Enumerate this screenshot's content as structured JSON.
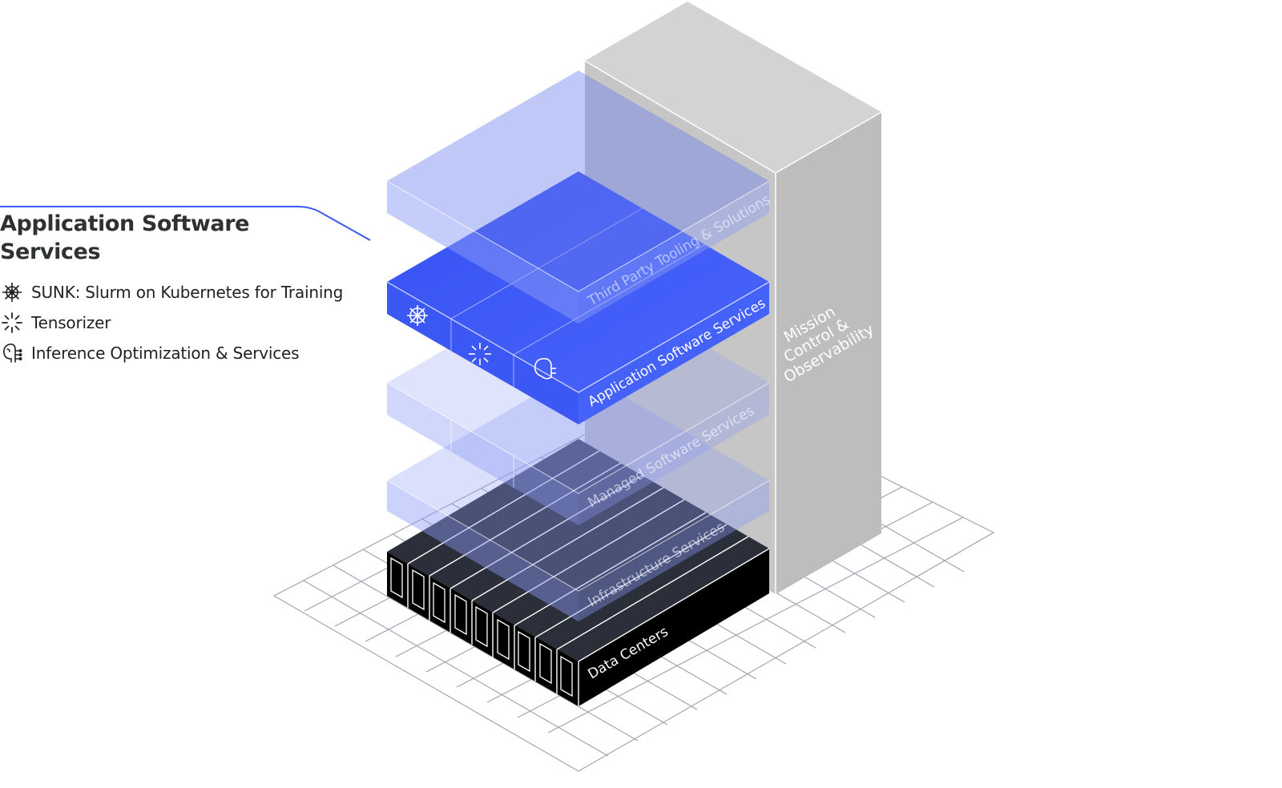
{
  "panel": {
    "title": "Application Software Services",
    "items": [
      {
        "icon": "kubernetes-helm-icon",
        "label": "SUNK: Slurm on Kubernetes for Training"
      },
      {
        "icon": "tensorizer-burst-icon",
        "label": "Tensorizer"
      },
      {
        "icon": "inference-brain-icon",
        "label": "Inference Optimization & Services"
      }
    ]
  },
  "layers": {
    "third_party": "Third Party Tooling & Solutions",
    "application": "Application Software Services",
    "managed": "Managed Software Services",
    "infrastructure": "Infrastructure Services",
    "data_centers": "Data Centers"
  },
  "tower": {
    "line1": "Mission",
    "line2": "Control &",
    "line3": "Observability"
  },
  "colors": {
    "accent_blue": "#3d59f5",
    "tower_gray": "#c4c4c4",
    "data_center_black": "#000000",
    "title_text": "#2f3133"
  }
}
